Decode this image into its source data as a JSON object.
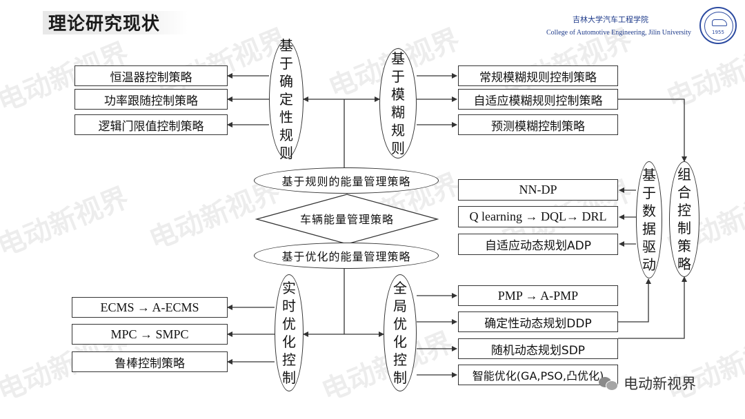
{
  "header": {
    "title": "理论研究现状",
    "university_cn": "吉林大学汽车工程学院",
    "university_en": "College of Automotive Engineering, Jilin University",
    "seal_year": "1955"
  },
  "diagram": {
    "center": "车辆能量管理策略",
    "rule_based": "基于规则的能量管理策略",
    "optimization_based": "基于优化的能量管理策略",
    "deterministic_rules": {
      "label": "基于确定性规则",
      "children": [
        "恒温器控制策略",
        "功率跟随控制策略",
        "逻辑门限值控制策略"
      ]
    },
    "fuzzy_rules": {
      "label": "基于模糊规则",
      "children": [
        "常规模糊规则控制策略",
        "自适应模糊规则控制策略",
        "预测模糊控制策略"
      ]
    },
    "realtime_opt": {
      "label": "实时优化控制",
      "children": [
        "ECMS → A-ECMS",
        "MPC → SMPC",
        "鲁棒控制策略"
      ]
    },
    "global_opt": {
      "label": "全局优化控制",
      "children": [
        "PMP → A-PMP",
        "确定性动态规划DDP",
        "随机动态规划SDP",
        "智能优化(GA,PSO,凸优化)"
      ]
    },
    "data_driven": {
      "label": "基于数据驱动",
      "children": [
        "NN-DP",
        "Q learning → DQL→ DRL",
        "自适应动态规划ADP"
      ]
    },
    "combined": {
      "label": "组合控制策略"
    }
  },
  "watermark": {
    "text": "电动新视界"
  },
  "badge": {
    "text": "电动新视界",
    "icon": "wechat-icon"
  },
  "colors": {
    "line": "#333333",
    "title_bg": "#e8e8e8",
    "university": "#1d3a8a"
  }
}
